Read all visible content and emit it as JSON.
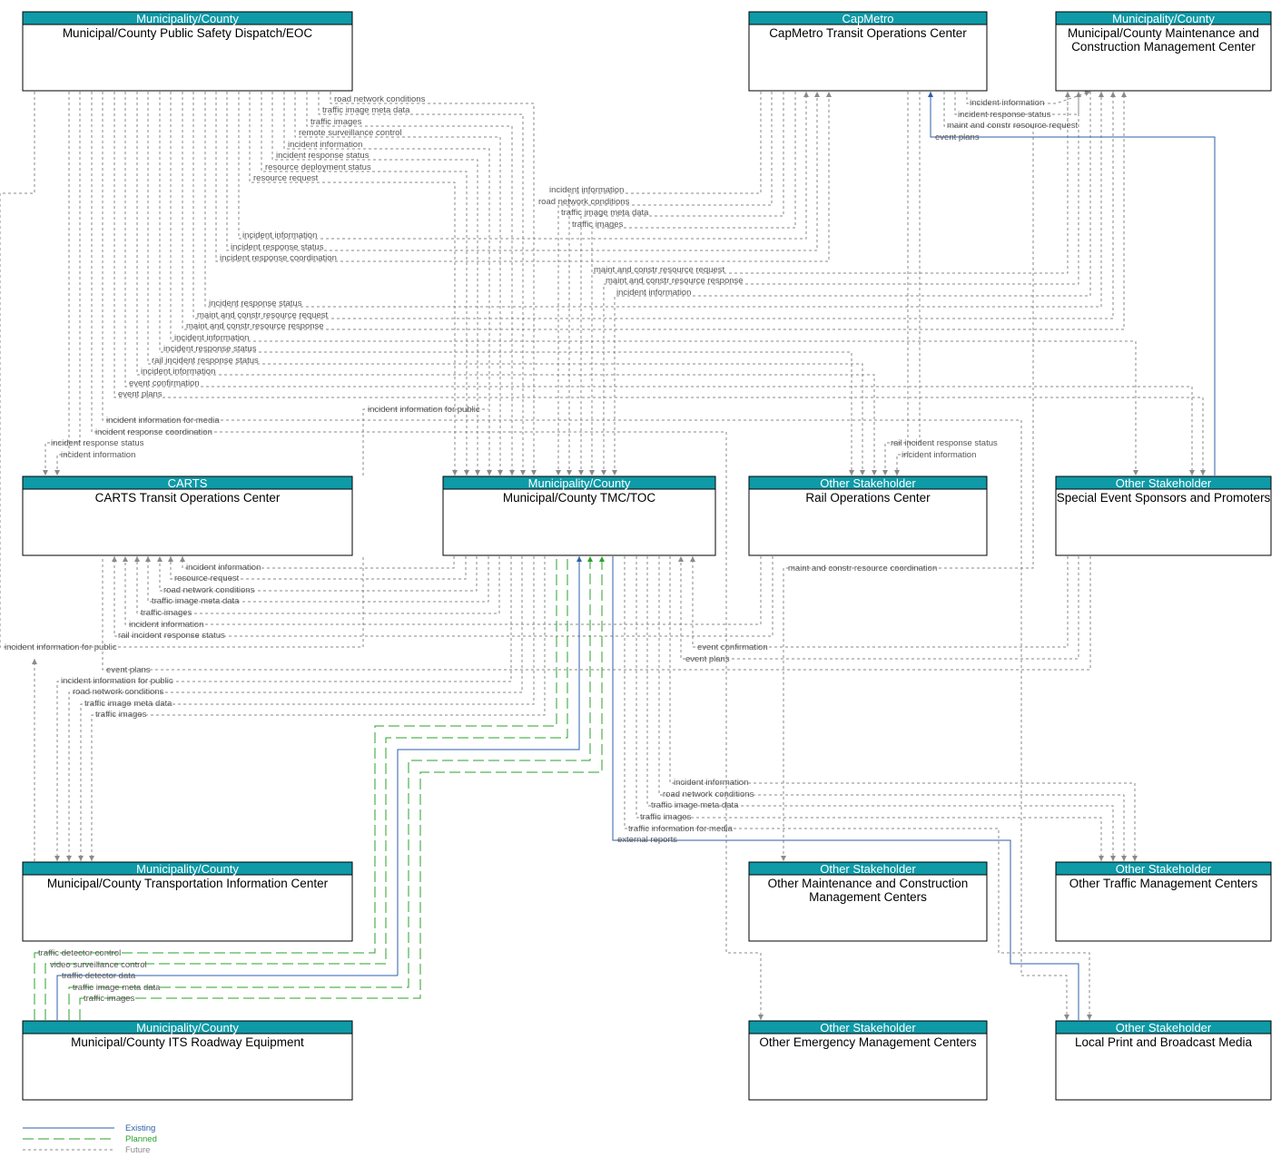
{
  "colors": {
    "header": "#0e9aa7",
    "existing": "#2e5fa8",
    "planned": "#2ba02b",
    "future": "#8a8a8a"
  },
  "nodes": [
    {
      "id": "eoc",
      "owner": "Municipality/County",
      "title": [
        "Municipal/County Public Safety Dispatch/EOC"
      ]
    },
    {
      "id": "capm",
      "owner": "CapMetro",
      "title": [
        "CapMetro Transit Operations Center"
      ]
    },
    {
      "id": "maint",
      "owner": "Municipality/County",
      "title": [
        "Municipal/County Maintenance and",
        "Construction Management Center"
      ]
    },
    {
      "id": "carts",
      "owner": "CARTS",
      "title": [
        "CARTS Transit Operations Center"
      ]
    },
    {
      "id": "tmc",
      "owner": "Municipality/County",
      "title": [
        "Municipal/County TMC/TOC"
      ]
    },
    {
      "id": "rail",
      "owner": "Other Stakeholder",
      "title": [
        "Rail Operations Center"
      ]
    },
    {
      "id": "spec",
      "owner": "Other Stakeholder",
      "title": [
        "Special Event Sponsors and Promoters"
      ]
    },
    {
      "id": "tic",
      "owner": "Municipality/County",
      "title": [
        "Municipal/County Transportation Information Center"
      ]
    },
    {
      "id": "omcm",
      "owner": "Other Stakeholder",
      "title": [
        "Other Maintenance and Construction",
        "Management Centers"
      ]
    },
    {
      "id": "otmc",
      "owner": "Other Stakeholder",
      "title": [
        "Other Traffic Management Centers"
      ]
    },
    {
      "id": "its",
      "owner": "Municipality/County",
      "title": [
        "Municipal/County ITS Roadway Equipment"
      ]
    },
    {
      "id": "oem",
      "owner": "Other Stakeholder",
      "title": [
        "Other Emergency Management Centers"
      ]
    },
    {
      "id": "media",
      "owner": "Other Stakeholder",
      "title": [
        "Local Print and Broadcast Media"
      ]
    }
  ],
  "flow_labels": [
    "road network conditions",
    "traffic image meta data",
    "traffic images",
    "remote surveillance control",
    "incident information",
    "incident response status",
    "resource deployment status",
    "resource request",
    "incident information",
    "road network conditions",
    "traffic image meta data",
    "traffic images",
    "incident information",
    "incident response status",
    "incident response coordination",
    "maint and constr resource request",
    "maint and constr resource response",
    "incident information",
    "incident response status",
    "maint and constr resource request",
    "maint and constr resource response",
    "incident information",
    "incident response status",
    "rail incident response status",
    "incident information",
    "event confirmation",
    "event plans",
    "incident information for public",
    "incident information for media",
    "incident response coordination",
    "incident response status",
    "incident information",
    "incident information",
    "incident response status",
    "maint and constr resource request",
    "event plans",
    "rail incident response status",
    "incident information",
    "incident information",
    "resource request",
    "road network conditions",
    "traffic image meta data",
    "traffic images",
    "incident information",
    "rail incident response status",
    "maint and constr resource coordination",
    "event confirmation",
    "event plans",
    "incident information for public",
    "event plans",
    "incident information for public",
    "road network conditions",
    "traffic image meta data",
    "traffic images",
    "incident information",
    "road network conditions",
    "traffic image meta data",
    "traffic images",
    "traffic information for media",
    "external reports",
    "traffic detector control",
    "video surveillance control",
    "traffic detector data",
    "traffic image meta data",
    "traffic images"
  ],
  "legend": [
    {
      "label": "Existing",
      "status": "existing"
    },
    {
      "label": "Planned",
      "status": "planned"
    },
    {
      "label": "Future",
      "status": "future"
    }
  ]
}
